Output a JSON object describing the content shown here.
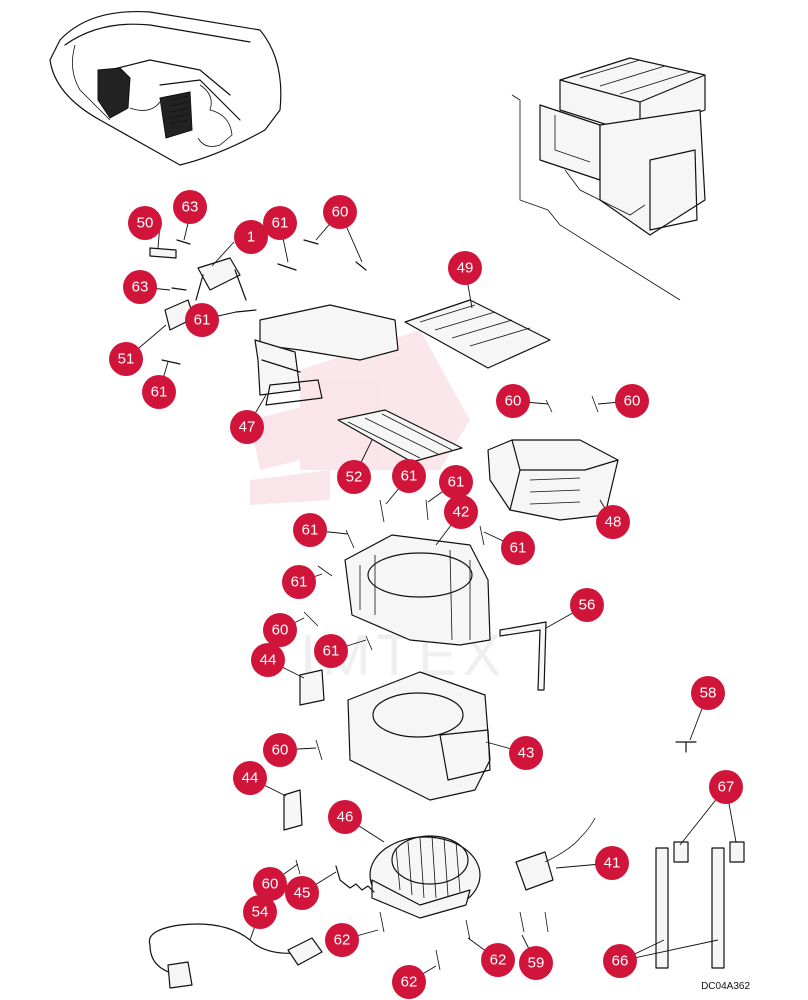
{
  "document_code": "DC04A362",
  "watermark_text": "IMTEX",
  "callout_color": "#d0143a",
  "callouts": [
    "63",
    "50",
    "1",
    "61",
    "60",
    "63",
    "61",
    "51",
    "49",
    "61",
    "47",
    "60",
    "60",
    "52",
    "61",
    "61",
    "42",
    "48",
    "61",
    "61",
    "61",
    "60",
    "61",
    "56",
    "44",
    "58",
    "60",
    "43",
    "44",
    "67",
    "46",
    "41",
    "60",
    "45",
    "54",
    "62",
    "62",
    "59",
    "66",
    "62"
  ]
}
